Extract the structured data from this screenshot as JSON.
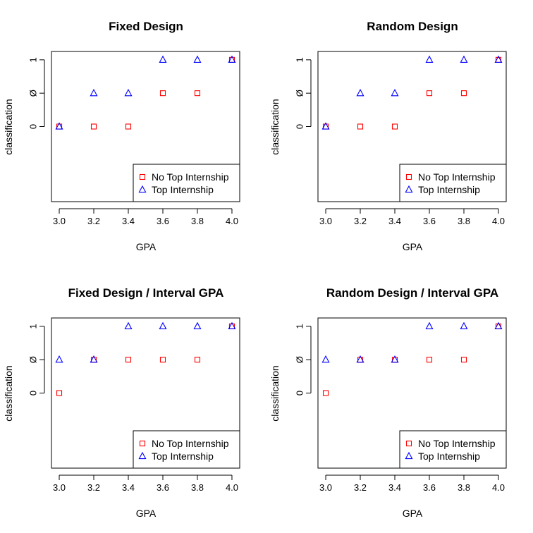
{
  "chart_data": [
    {
      "type": "scatter",
      "title": "Fixed Design",
      "xlabel": "GPA",
      "ylabel": "classification",
      "xlim": [
        2.955,
        4.045
      ],
      "ylim": [
        -2.25,
        2.25
      ],
      "xticks": [
        "3.0",
        "3.2",
        "3.4",
        "3.6",
        "3.8",
        "4.0"
      ],
      "yticks": [
        {
          "value": 0,
          "label": "0"
        },
        {
          "value": 1,
          "label": "Ø"
        },
        {
          "value": 2,
          "label": "1"
        }
      ],
      "legend_position": "bottom-right",
      "series": [
        {
          "name": "No Top Internship",
          "color": "#ff0000",
          "marker": "square",
          "x": [
            3.0,
            3.2,
            3.4,
            3.6,
            3.8,
            4.0
          ],
          "y": [
            "0",
            "0",
            "0",
            "Ø",
            "Ø",
            "1"
          ]
        },
        {
          "name": "Top Internship",
          "color": "#0000ff",
          "marker": "triangle",
          "x": [
            3.0,
            3.2,
            3.4,
            3.6,
            3.8,
            4.0
          ],
          "y": [
            "0",
            "Ø",
            "Ø",
            "1",
            "1",
            "1"
          ]
        }
      ]
    },
    {
      "type": "scatter",
      "title": "Random Design",
      "xlabel": "GPA",
      "ylabel": "classification",
      "xlim": [
        2.955,
        4.045
      ],
      "ylim": [
        -2.25,
        2.25
      ],
      "xticks": [
        "3.0",
        "3.2",
        "3.4",
        "3.6",
        "3.8",
        "4.0"
      ],
      "yticks": [
        {
          "value": 0,
          "label": "0"
        },
        {
          "value": 1,
          "label": "Ø"
        },
        {
          "value": 2,
          "label": "1"
        }
      ],
      "legend_position": "bottom-right",
      "series": [
        {
          "name": "No Top Internship",
          "color": "#ff0000",
          "marker": "square",
          "x": [
            3.0,
            3.2,
            3.4,
            3.6,
            3.8,
            4.0
          ],
          "y": [
            "0",
            "0",
            "0",
            "Ø",
            "Ø",
            "1"
          ]
        },
        {
          "name": "Top Internship",
          "color": "#0000ff",
          "marker": "triangle",
          "x": [
            3.0,
            3.2,
            3.4,
            3.6,
            3.8,
            4.0
          ],
          "y": [
            "0",
            "Ø",
            "Ø",
            "1",
            "1",
            "1"
          ]
        }
      ]
    },
    {
      "type": "scatter",
      "title": "Fixed Design / Interval GPA",
      "xlabel": "GPA",
      "ylabel": "classification",
      "xlim": [
        2.955,
        4.045
      ],
      "ylim": [
        -2.25,
        2.25
      ],
      "xticks": [
        "3.0",
        "3.2",
        "3.4",
        "3.6",
        "3.8",
        "4.0"
      ],
      "yticks": [
        {
          "value": 0,
          "label": "0"
        },
        {
          "value": 1,
          "label": "Ø"
        },
        {
          "value": 2,
          "label": "1"
        }
      ],
      "legend_position": "bottom-right",
      "series": [
        {
          "name": "No Top Internship",
          "color": "#ff0000",
          "marker": "square",
          "x": [
            3.0,
            3.2,
            3.4,
            3.6,
            3.8,
            4.0
          ],
          "y": [
            "0",
            "Ø",
            "Ø",
            "Ø",
            "Ø",
            "1"
          ]
        },
        {
          "name": "Top Internship",
          "color": "#0000ff",
          "marker": "triangle",
          "x": [
            3.0,
            3.2,
            3.4,
            3.6,
            3.8,
            4.0
          ],
          "y": [
            "Ø",
            "Ø",
            "1",
            "1",
            "1",
            "1"
          ]
        }
      ]
    },
    {
      "type": "scatter",
      "title": "Random Design / Interval GPA",
      "xlabel": "GPA",
      "ylabel": "classification",
      "xlim": [
        2.955,
        4.045
      ],
      "ylim": [
        -2.25,
        2.25
      ],
      "xticks": [
        "3.0",
        "3.2",
        "3.4",
        "3.6",
        "3.8",
        "4.0"
      ],
      "yticks": [
        {
          "value": 0,
          "label": "0"
        },
        {
          "value": 1,
          "label": "Ø"
        },
        {
          "value": 2,
          "label": "1"
        }
      ],
      "legend_position": "bottom-right",
      "series": [
        {
          "name": "No Top Internship",
          "color": "#ff0000",
          "marker": "square",
          "x": [
            3.0,
            3.2,
            3.4,
            3.6,
            3.8,
            4.0
          ],
          "y": [
            "0",
            "Ø",
            "Ø",
            "Ø",
            "Ø",
            "1"
          ]
        },
        {
          "name": "Top Internship",
          "color": "#0000ff",
          "marker": "triangle",
          "x": [
            3.0,
            3.2,
            3.4,
            3.6,
            3.8,
            4.0
          ],
          "y": [
            "Ø",
            "Ø",
            "Ø",
            "1",
            "1",
            "1"
          ]
        }
      ]
    }
  ]
}
